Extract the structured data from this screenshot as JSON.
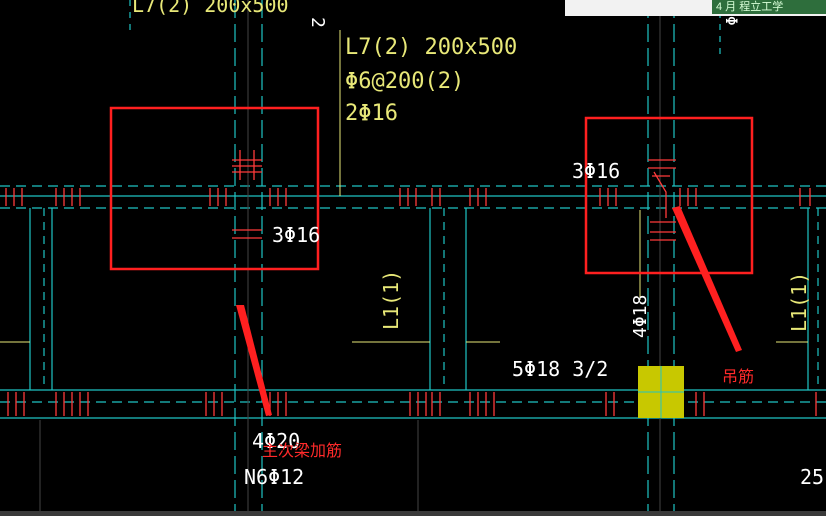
{
  "toolbar": {
    "badge_text": "4 月  程立工学"
  },
  "drawing": {
    "labels": {
      "beam_name_top": "L7(2) 200x500",
      "stirrup_spec": "Φ6@200(2)",
      "top_bars": "2Φ16",
      "clipped_label": "L7(2) 200x500",
      "grid_mark_2": "2",
      "grid_mark_right": "Φ",
      "left_bars": "3Φ16",
      "right_bars": "3Φ16",
      "beam_L1_left": "L1(1)",
      "beam_L1_right": "L1(1)",
      "vertical_bars": "4Φ18",
      "bottom_bars": "5Φ18 3/2",
      "main_bottom": "4Φ20",
      "torsion_bars": "N6Φ12",
      "corner_num": "25"
    },
    "annotations": {
      "stirrup_hanger": "吊筋",
      "secondary_beam_extra": "主次梁加筋"
    },
    "colors": {
      "axis": "#1fc4c4",
      "text": "#e8e878",
      "markup": "#ff2a2a",
      "column_fill": "#c8c800"
    }
  }
}
